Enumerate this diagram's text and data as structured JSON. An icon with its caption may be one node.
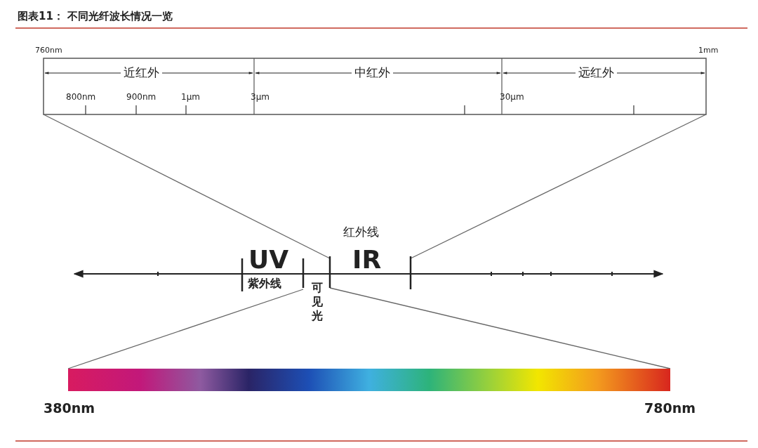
{
  "diagram": {
    "title": "图表11： 不同光纤波长情况一览",
    "labels": [
      "760nm",
      "1mm",
      "近红外",
      "中红外",
      "远红外",
      "800nm",
      "900nm",
      "1μm",
      "3μm",
      "30μm",
      "红外线",
      "UV",
      "IR",
      "紫外线",
      "可见光",
      "380nm",
      "780nm"
    ]
  }
}
